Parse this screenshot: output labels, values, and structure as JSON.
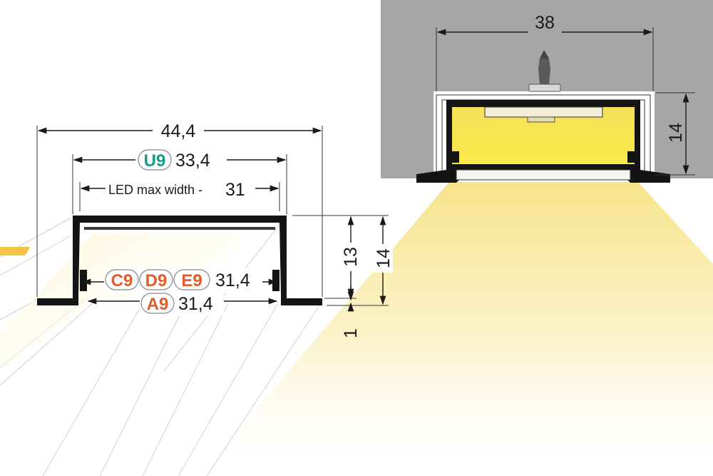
{
  "left_view": {
    "overall_width": "44,4",
    "u9": {
      "code": "U9",
      "value": "33,4"
    },
    "led_max_width": {
      "label": "LED max width -",
      "value": "31"
    },
    "cde_group": {
      "codes": [
        "C9",
        "D9",
        "E9"
      ],
      "value": "31,4"
    },
    "a9": {
      "code": "A9",
      "value": "31,4"
    },
    "height_inner": "13",
    "height_total": "14",
    "flange": "1"
  },
  "right_view": {
    "width": "38",
    "height": "14"
  },
  "colors": {
    "teal_badge": "#1a9a86",
    "orange_badge": "#e25b2a",
    "led_yellow": "#f6e23a",
    "ceiling_gray": "#a6a6a6",
    "profile_black": "#141414"
  }
}
